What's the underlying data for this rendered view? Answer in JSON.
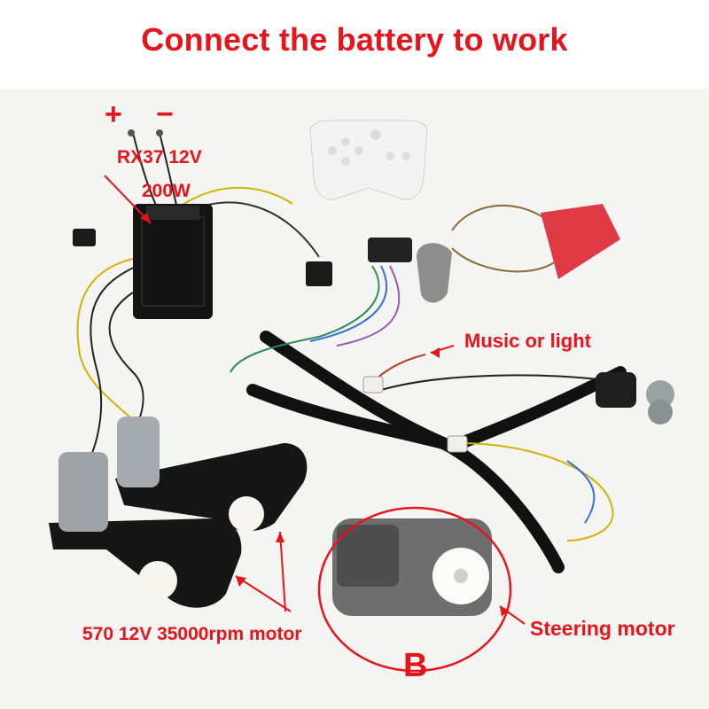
{
  "title": "Connect the battery to work",
  "labels": {
    "plus": "+",
    "minus": "−",
    "controller_model": "RX37 12V",
    "controller_power": "200W",
    "music_light": "Music or light",
    "drive_motor": "570 12V 35000rpm motor",
    "steering_motor": "Steering motor",
    "variant": "B"
  },
  "colors": {
    "annotation": "#e8141b",
    "background": "#ffffff",
    "photo_bg": "#f4f4f2"
  }
}
